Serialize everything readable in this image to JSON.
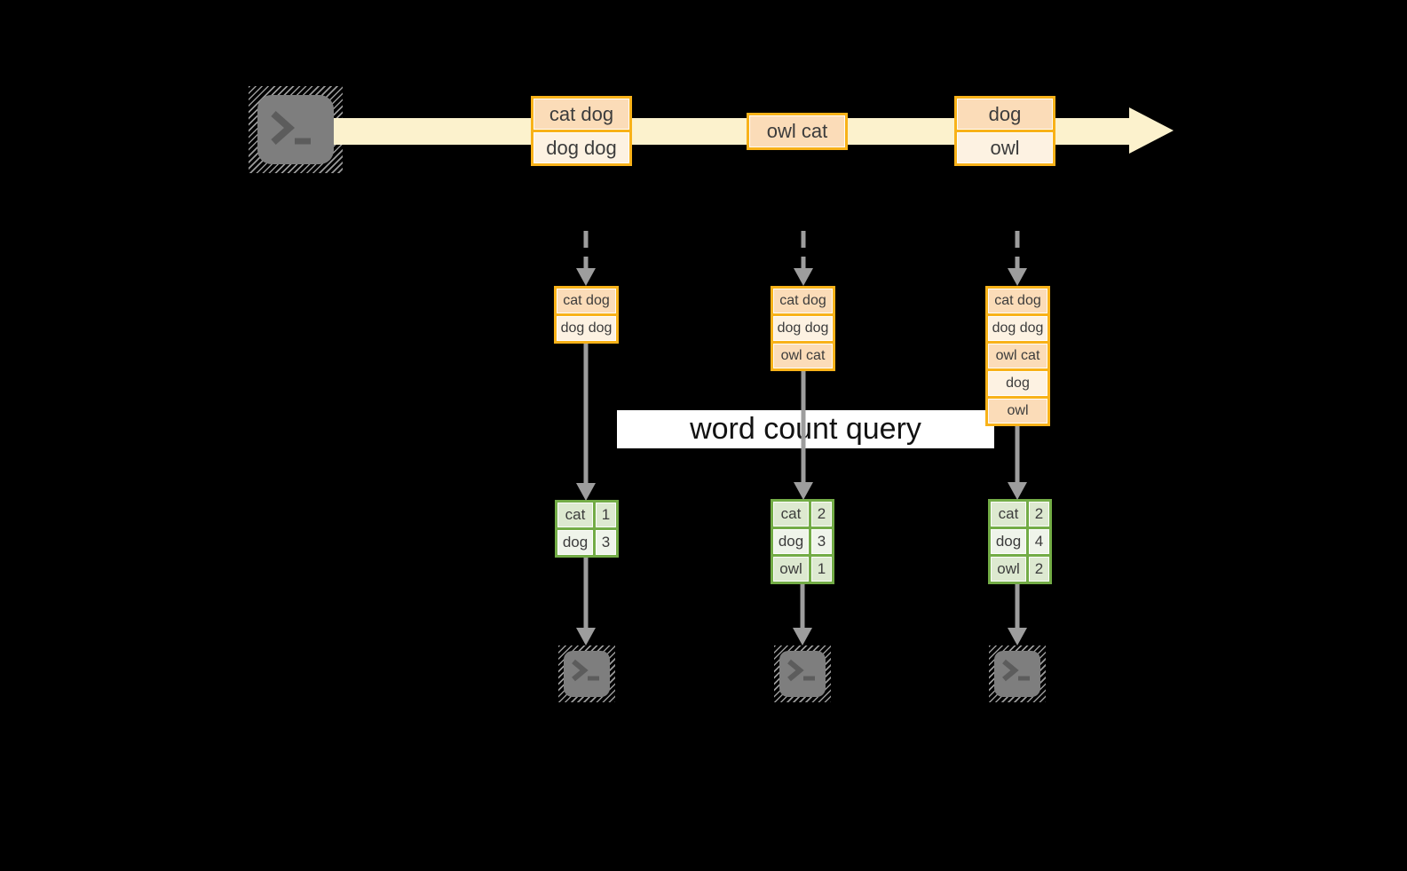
{
  "banner": {
    "label": "word count query"
  },
  "stream": {
    "source_icon": "terminal",
    "records": [
      {
        "lines": [
          "cat dog",
          "dog dog"
        ]
      },
      {
        "lines": [
          "owl cat"
        ]
      },
      {
        "lines": [
          "dog",
          "owl"
        ]
      }
    ]
  },
  "snapshots": [
    {
      "buffer": [
        "cat dog",
        "dog dog"
      ],
      "counts": [
        {
          "word": "cat",
          "count": "1"
        },
        {
          "word": "dog",
          "count": "3"
        }
      ],
      "sink_icon": "terminal"
    },
    {
      "buffer": [
        "cat dog",
        "dog dog",
        "owl cat"
      ],
      "counts": [
        {
          "word": "cat",
          "count": "2"
        },
        {
          "word": "dog",
          "count": "3"
        },
        {
          "word": "owl",
          "count": "1"
        }
      ],
      "sink_icon": "terminal"
    },
    {
      "buffer": [
        "cat dog",
        "dog dog",
        "owl cat",
        "dog",
        "owl"
      ],
      "counts": [
        {
          "word": "cat",
          "count": "2"
        },
        {
          "word": "dog",
          "count": "4"
        },
        {
          "word": "owl",
          "count": "2"
        }
      ],
      "sink_icon": "terminal"
    }
  ],
  "colors": {
    "background": "#000000",
    "stream_band": "#fcf2cd",
    "box_border": "#f8b219",
    "cell_peach": "#fbdcb8",
    "cell_cream": "#fdf2e2",
    "table_border": "#73ac46",
    "table_cell_dark": "#dde9d0",
    "table_cell_light": "#eff4ea",
    "arrow_gray": "#9d9d9d",
    "terminal_gray": "#7e7e7e"
  }
}
